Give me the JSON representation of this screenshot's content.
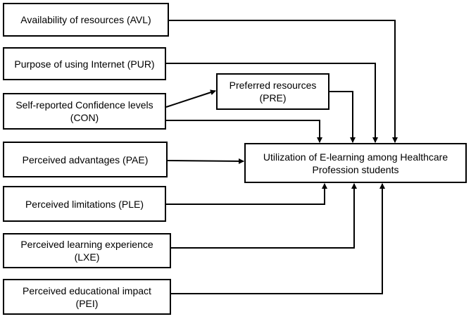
{
  "diagram": {
    "line_color": "#000000",
    "box_border_color": "#000000",
    "background": "#ffffff",
    "target": {
      "line1": "Utilization of E-learning among Healthcare",
      "line2": "Profession students"
    },
    "intermediate": {
      "line1": "Preferred resources",
      "line2": "(PRE)"
    },
    "factors": [
      {
        "line1": "Availability of resources (AVL)",
        "line2": ""
      },
      {
        "line1": "Purpose of using Internet (PUR)",
        "line2": ""
      },
      {
        "line1": "Self-reported Confidence levels",
        "line2": "(CON)"
      },
      {
        "line1": "Perceived advantages (PAE)",
        "line2": ""
      },
      {
        "line1": "Perceived limitations (PLE)",
        "line2": ""
      },
      {
        "line1": "Perceived learning experience",
        "line2": "(LXE)"
      },
      {
        "line1": "Perceived educational impact",
        "line2": "(PEI)"
      }
    ]
  }
}
